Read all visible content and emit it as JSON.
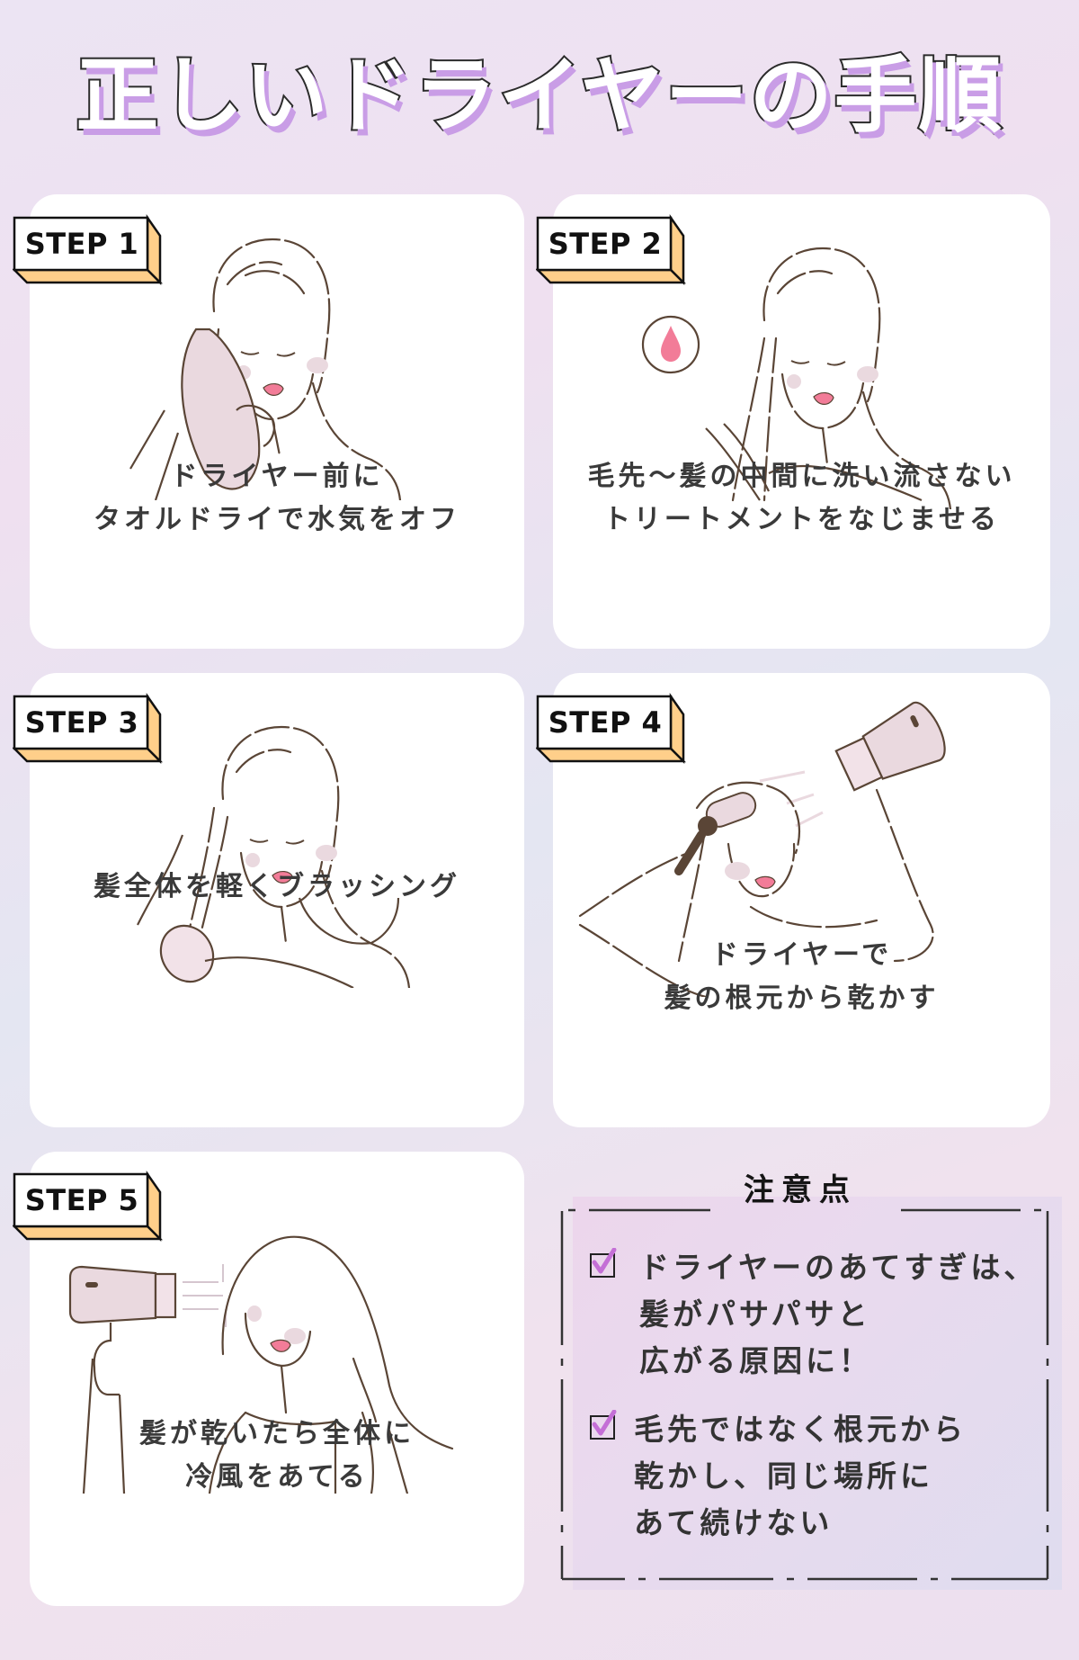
{
  "title": "正しいドライヤーの手順",
  "colors": {
    "title_shadow": "#c99de6",
    "badge_accent": "#ffcf8a",
    "line_art": "#5a4536",
    "accent_pink": "#f27c98",
    "towel_pink": "#ead9df",
    "check_purple": "#c46fd6"
  },
  "steps": [
    {
      "badge": "STEP 1",
      "caption_lines": [
        "ドライヤー前に",
        "タオルドライで水気をオフ"
      ],
      "illustration": "woman-towel-drying-hair"
    },
    {
      "badge": "STEP 2",
      "caption_lines": [
        "毛先〜髪の中間に洗い流さない",
        "トリートメントをなじませる"
      ],
      "illustration": "woman-applying-treatment",
      "icon": "droplet-icon"
    },
    {
      "badge": "STEP 3",
      "caption_lines": [
        "髪全体を軽くブラッシング"
      ],
      "illustration": "woman-brushing-hair"
    },
    {
      "badge": "STEP 4",
      "caption_lines": [
        "ドライヤーで",
        "髪の根元から乾かす"
      ],
      "illustration": "woman-drying-roots-with-brush"
    },
    {
      "badge": "STEP 5",
      "caption_lines": [
        "髪が乾いたら全体に",
        "冷風をあてる"
      ],
      "illustration": "woman-cool-air-drying"
    }
  ],
  "caution": {
    "title": "注意点",
    "items": [
      {
        "text": "ドライヤーのあてすぎは、\n髪がパサパサと\n広がる原因に！"
      },
      {
        "text": "毛先ではなく根元から\n乾かし、同じ場所に\nあて続けない"
      }
    ]
  }
}
